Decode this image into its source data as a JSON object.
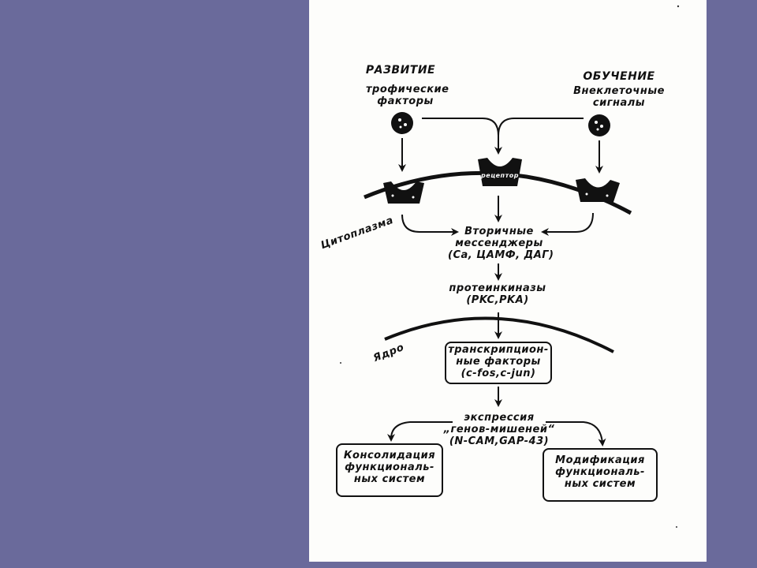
{
  "diagram": {
    "development": "РАЗВИТИЕ",
    "trophic_factors": [
      "трофические",
      "факторы"
    ],
    "learning": "ОБУЧЕНИЕ",
    "extracellular_signals": [
      "Внеклеточные",
      "сигналы"
    ],
    "receptor": "рецептор",
    "cytoplasm": "Цитоплазма",
    "second_messengers": [
      "Вторичные",
      "мессенджеры",
      "(Ca, ЦАМФ, ДАГ)"
    ],
    "protein_kinases": [
      "протеинкиназы",
      "(PKC,PKA)"
    ],
    "nucleus": "Ядро",
    "transcription_factors": [
      "транскрипцион-",
      "ные факторы",
      "(c-fos,c-jun)"
    ],
    "expression": [
      "экспрессия",
      "„генов-мишеней“",
      "(N-CAM,GAP-43)"
    ],
    "consolidation": [
      "Консолидация",
      "функциональ-",
      "ных систем"
    ],
    "modification": [
      "Модификация",
      "функциональ-",
      "ных систем"
    ]
  }
}
